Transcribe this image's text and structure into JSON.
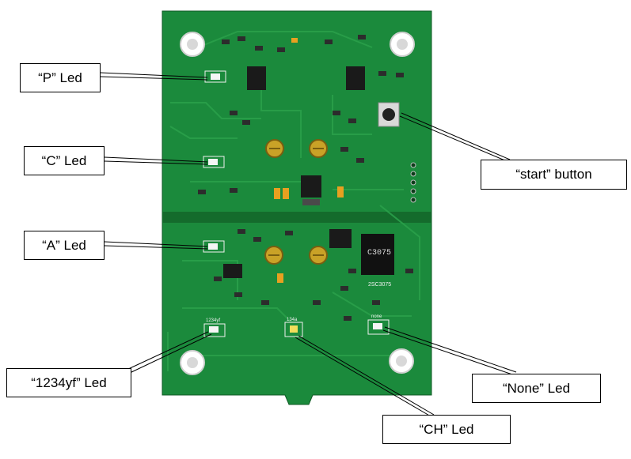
{
  "image": {
    "subject": "green PCB board photo with labeled LED callouts",
    "colors": {
      "board": "#1b8a3c",
      "board_dark": "#146b2c",
      "trace": "#2aa04a",
      "silkscreen": "#f0f0f0",
      "label_box": "#ffffff",
      "leader_line": "#000000"
    }
  },
  "board_markings": {
    "chip_c3075": "C3075",
    "chip_label": "2SC3075",
    "led_5_text": "134a",
    "led_4_text": "none",
    "led_x_text": "1234yf"
  },
  "callouts": {
    "p_led": "“P” Led",
    "c_led": "“C” Led",
    "a_led": "“A” Led",
    "yf_led": "“1234yf” Led",
    "ch_led": "“CH” Led",
    "none_led": "“None” Led",
    "start_button": "“start” button"
  }
}
